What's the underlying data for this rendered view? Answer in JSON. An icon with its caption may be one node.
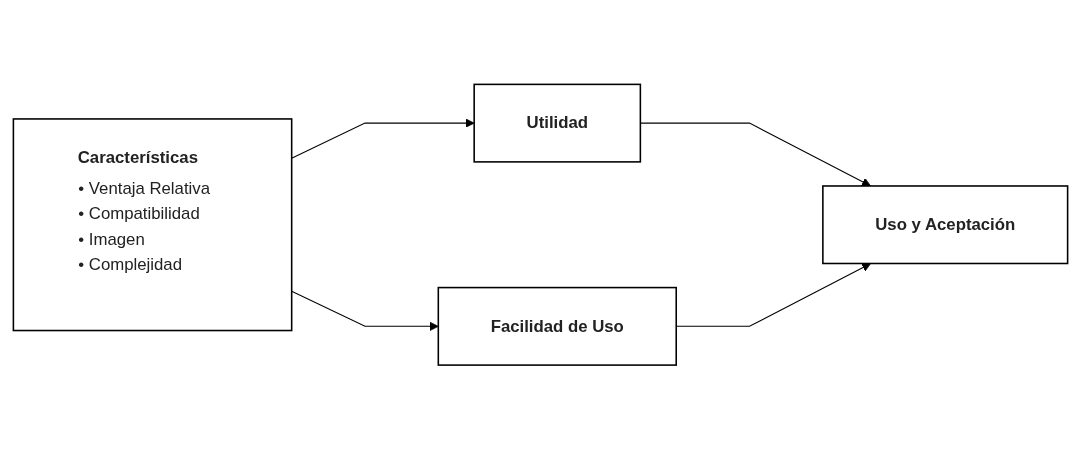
{
  "diagram": {
    "nodes": [
      {
        "text": [
          "Características",
          "• Ventaja Relativa",
          "• Compatibilidad",
          "• Imagen",
          "• Complejidad"
        ]
      },
      {
        "text": [
          "Utilidad"
        ]
      },
      {
        "text": [
          "Facilidad de Uso"
        ]
      },
      {
        "text": [
          "Uso y Aceptación"
        ]
      }
    ],
    "edges": [
      {
        "from": 0,
        "to": 1,
        "arrow": "to"
      },
      {
        "from": 0,
        "to": 2,
        "arrow": "to"
      },
      {
        "from": 1,
        "to": 3,
        "arrow": "to"
      },
      {
        "from": 2,
        "to": 3,
        "arrow": "to"
      }
    ]
  }
}
